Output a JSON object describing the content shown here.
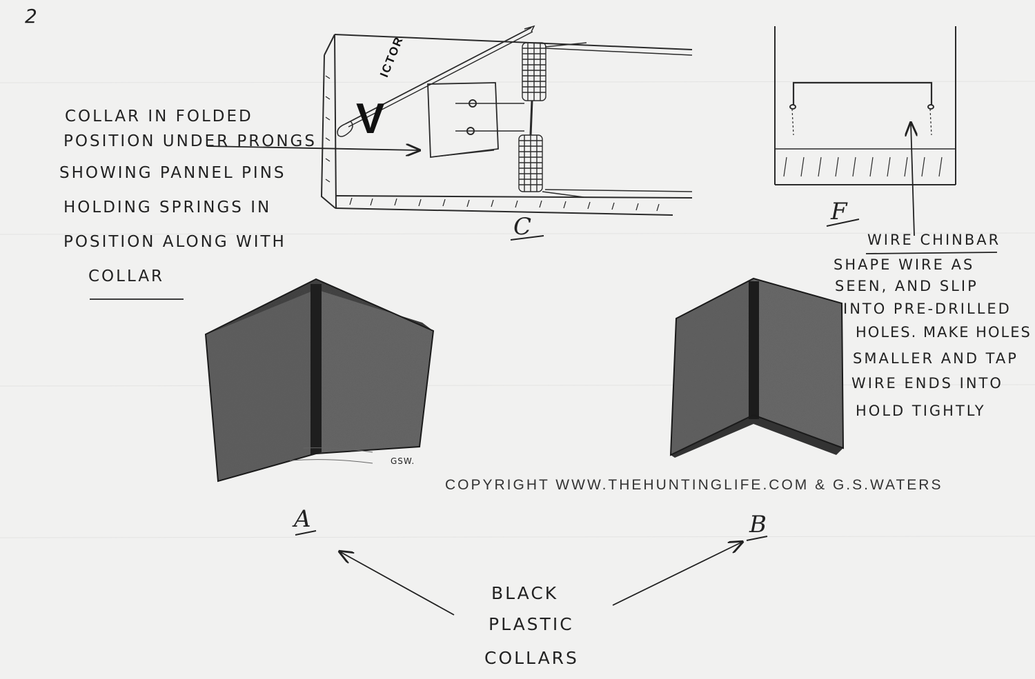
{
  "page_number": "2",
  "left_note": [
    "COLLAR IN FOLDED",
    "POSITION UNDER PRONGS",
    "SHOWING PANNEL PINS",
    "HOLDING SPRINGS IN",
    "POSITION ALONG WITH",
    "COLLAR"
  ],
  "trap_brand_initial": "V",
  "trap_brand_rest": "ICTOR",
  "labels": {
    "c": "C",
    "f": "F",
    "a": "A",
    "b": "B"
  },
  "right_note_title": "WIRE CHINBAR",
  "right_note": [
    "SHAPE WIRE AS",
    "SEEN, AND SLIP",
    "INTO PRE-DRILLED",
    "HOLES. MAKE HOLES",
    "SMALLER AND TAP",
    "WIRE ENDS INTO",
    "HOLD TIGHTLY"
  ],
  "signature": "GSW.",
  "copyright": "COPYRIGHT WWW.THEHUNTINGLIFE.COM & G.S.WATERS",
  "bottom_note": [
    "BLACK",
    "PLASTIC",
    "COLLARS"
  ]
}
